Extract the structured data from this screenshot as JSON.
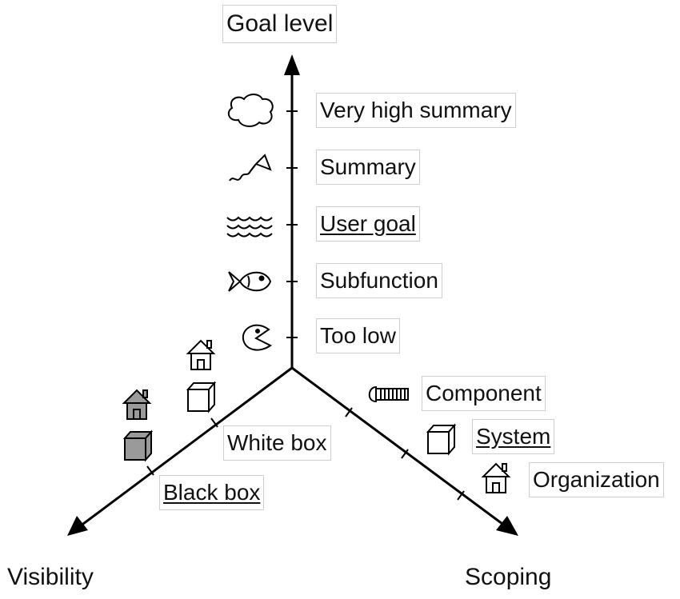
{
  "axes": {
    "goal": {
      "title": "Goal level"
    },
    "visibility": {
      "title": "Visibility"
    },
    "scoping": {
      "title": "Scoping"
    }
  },
  "goal_levels": [
    {
      "label": "Very high summary",
      "icon": "cloud-icon",
      "underlined": false
    },
    {
      "label": "Summary",
      "icon": "kite-icon",
      "underlined": false
    },
    {
      "label": "User goal",
      "icon": "waves-icon",
      "underlined": true
    },
    {
      "label": "Subfunction",
      "icon": "fish-icon",
      "underlined": false
    },
    {
      "label": "Too low",
      "icon": "clam-icon",
      "underlined": false
    }
  ],
  "scoping_levels": [
    {
      "label": "Component",
      "icon": "bolt-icon",
      "underlined": false
    },
    {
      "label": "System",
      "icon": "box-icon",
      "underlined": true
    },
    {
      "label": "Organization",
      "icon": "house-icon",
      "underlined": false
    }
  ],
  "visibility_levels": [
    {
      "label": "White box",
      "icons": [
        "house-outline-icon",
        "box-outline-icon"
      ],
      "underlined": false
    },
    {
      "label": "Black box",
      "icons": [
        "house-filled-icon",
        "box-filled-icon"
      ],
      "underlined": true
    }
  ]
}
